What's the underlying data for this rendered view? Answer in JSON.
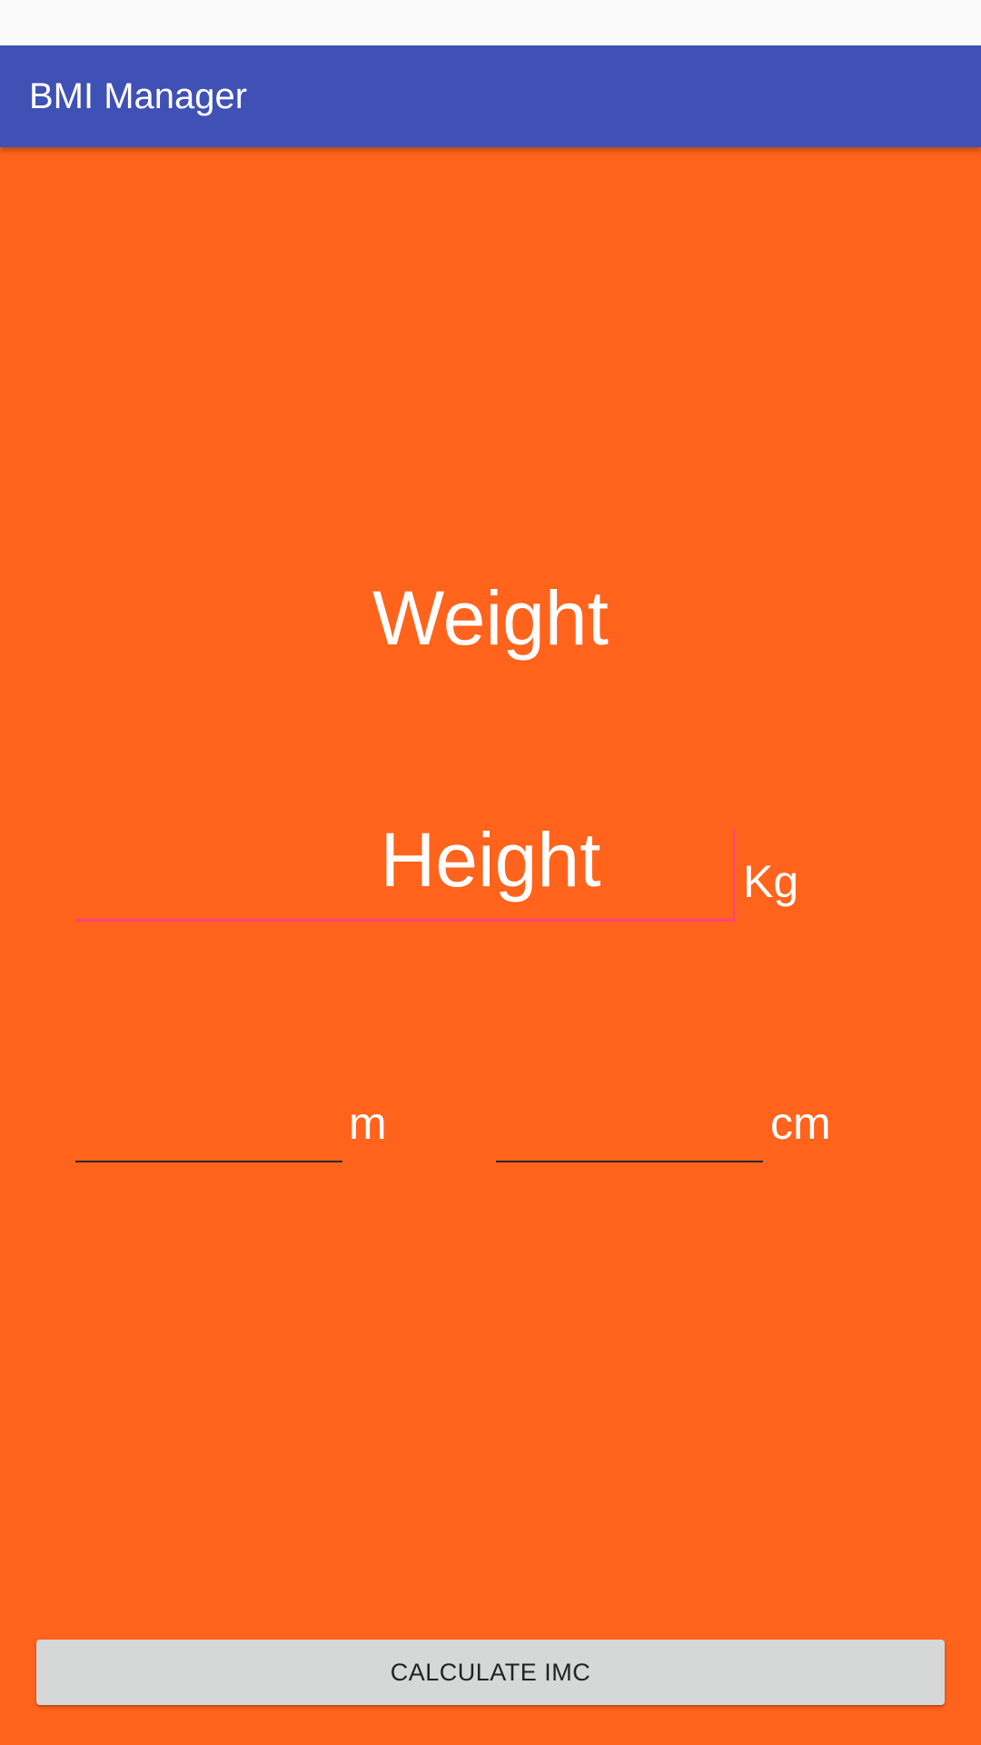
{
  "app_bar": {
    "title": "BMI Manager",
    "color": "#3f51b5"
  },
  "background_color": "#ff631c",
  "weight_section": {
    "heading": "Weight",
    "input_value": "",
    "unit": "Kg"
  },
  "height_section": {
    "heading": "Height",
    "meters_value": "",
    "meters_unit": "m",
    "centimeters_value": "",
    "centimeters_unit": "cm"
  },
  "calculate_button": {
    "label": "CALCULATE IMC"
  }
}
